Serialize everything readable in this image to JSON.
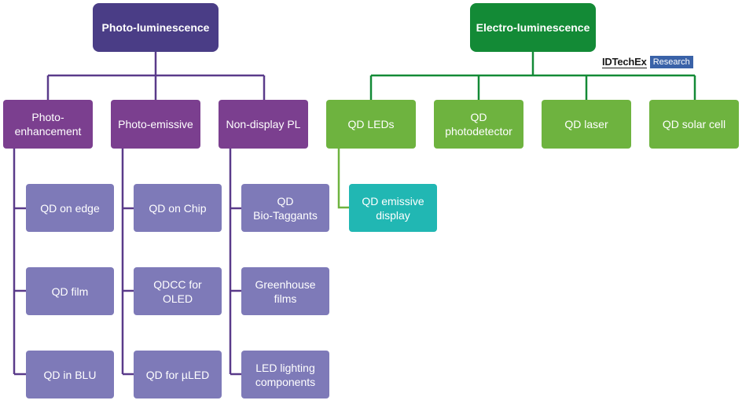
{
  "photo": {
    "root": "Photo-luminescence",
    "categories": [
      {
        "label": "Photo-\nenhancement",
        "items": [
          "QD on edge",
          "QD film",
          "QD in BLU"
        ]
      },
      {
        "label": "Photo-emissive",
        "items": [
          "QD on Chip",
          "QDCC for OLED",
          "QD for µLED"
        ]
      },
      {
        "label": "Non-display PL",
        "items": [
          "QD\nBio-Taggants",
          "Greenhouse\nfilms",
          "LED lighting\ncomponents"
        ]
      }
    ]
  },
  "electro": {
    "root": "Electro-luminescence",
    "categories": [
      {
        "label": "QD LEDs",
        "items": [
          "QD emissive\ndisplay"
        ]
      },
      {
        "label": "QD\nphotodetector",
        "items": []
      },
      {
        "label": "QD laser",
        "items": []
      },
      {
        "label": "QD solar cell",
        "items": []
      }
    ]
  },
  "logo": {
    "main": "IDTechEx",
    "sub": "Research"
  },
  "colors": {
    "photo_root": "#4a3d86",
    "photo_category": "#7b3f8f",
    "photo_leaf": "#7e7ab8",
    "electro_root": "#138a36",
    "electro_category": "#6eb33f",
    "electro_leaf": "#21b7b3"
  }
}
